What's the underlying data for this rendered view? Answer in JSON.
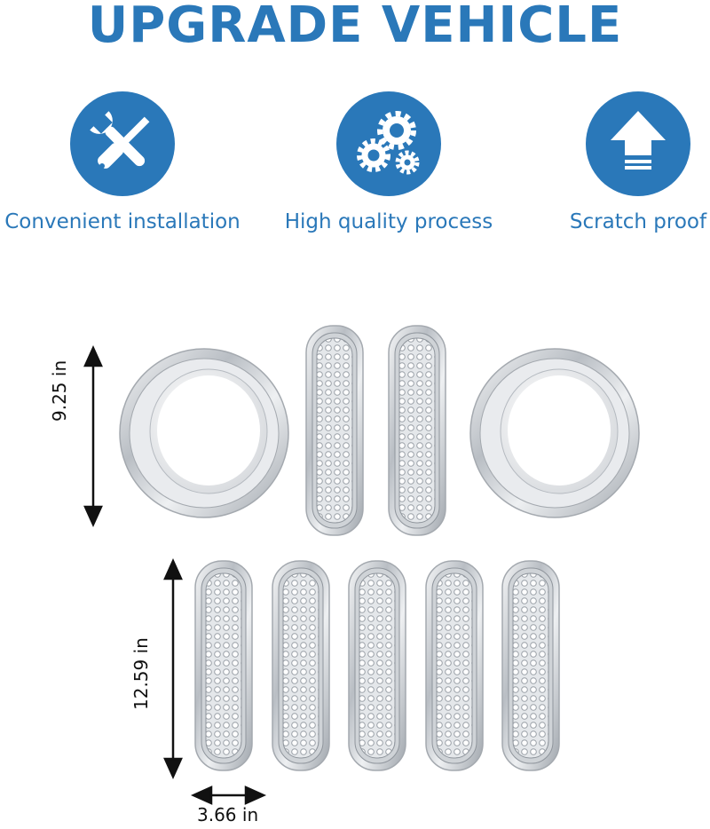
{
  "header": {
    "title": "UPGRADE VEHICLE"
  },
  "features": [
    {
      "icon": "wrench-screwdriver-icon",
      "label": "Convenient installation"
    },
    {
      "icon": "gears-icon",
      "label": "High quality process"
    },
    {
      "icon": "up-arrow-icon",
      "label": "Scratch proof"
    }
  ],
  "dimensions": {
    "ring_height": "9.25 in",
    "grille_height": "12.59 in",
    "grille_width": "3.66 in"
  },
  "colors": {
    "accent": "#2a78b9",
    "chrome": "#c9cdd2"
  }
}
